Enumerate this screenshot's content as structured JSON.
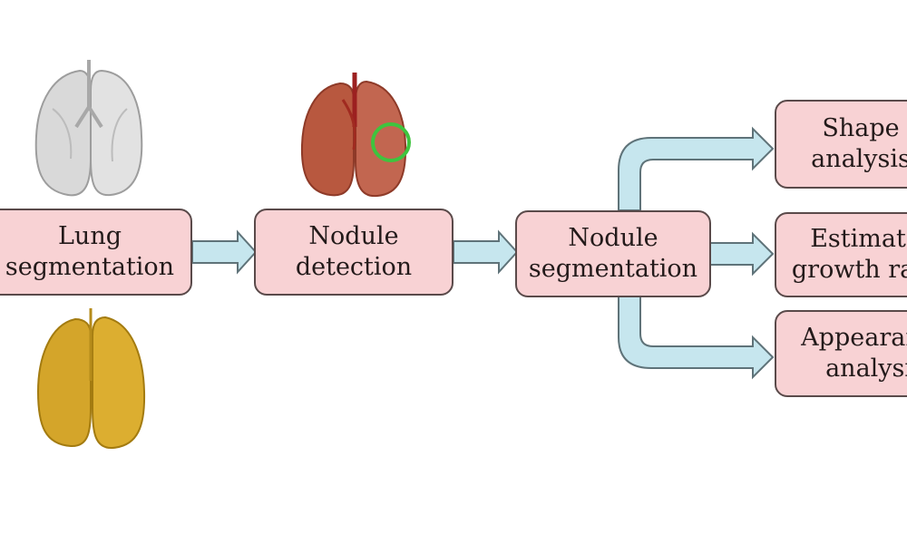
{
  "diagram": {
    "steps": {
      "lung_segmentation": [
        "Lung",
        "segmentation"
      ],
      "nodule_detection": [
        "Nodule",
        "detection"
      ],
      "nodule_segmentation": [
        "Nodule",
        "segmentation"
      ]
    },
    "outputs": {
      "shape_analysis": [
        "Shape",
        "analysis"
      ],
      "growth_rate": [
        "Estimate",
        "growth rate"
      ],
      "appearance_analysis": [
        "Appearance",
        "analysis"
      ]
    }
  },
  "colors": {
    "box_fill": "#f8d2d4",
    "box_border": "#5a4a4a",
    "arrow_fill": "#c6e6ee",
    "arrow_stroke": "#5f7379",
    "lung_gray": "#d8d8d8",
    "lung_red": "#b5533e",
    "lung_yellow": "#d4a92a",
    "detection_circle": "#3ec43e"
  },
  "icons": {
    "ct_lung": "lung-gray-icon",
    "detected_lung": "lung-red-icon",
    "segmented_lung": "lung-yellow-icon",
    "detection_marker": "green-circle-icon"
  }
}
